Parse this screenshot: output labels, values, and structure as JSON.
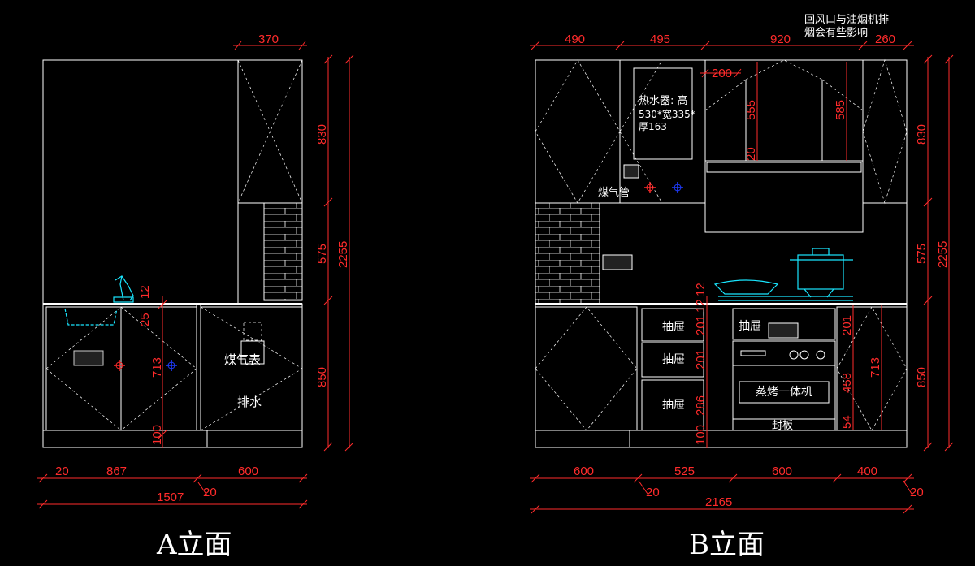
{
  "elevations": {
    "a": {
      "title": "A立面",
      "dims_top": {
        "cabinet_width": "370"
      },
      "dims_right": {
        "upper": "830",
        "middle": "575",
        "lower": "850",
        "total": "2255"
      },
      "dims_bottom": {
        "left_gap": "20",
        "sink_cabinet": "867",
        "right_cabinet": "600",
        "gap": "20",
        "total": "1507"
      },
      "dims_inner": {
        "counter": "12",
        "sink_depth": "25",
        "cabinet": "713",
        "toe": "100"
      },
      "labels": {
        "gas_meter": "煤气表",
        "drain": "排水"
      }
    },
    "b": {
      "title": "B立面",
      "dims_top": {
        "left": "490",
        "middle": "495",
        "hood": "920",
        "right": "260",
        "offset": "200"
      },
      "dims_right": {
        "upper": "830",
        "middle": "575",
        "lower": "850",
        "total": "2255"
      },
      "dims_bottom": {
        "left": "600",
        "drawers": "525",
        "oven": "600",
        "right": "400",
        "gap_left": "20",
        "gap_right": "20",
        "total": "2165"
      },
      "dims_inner": {
        "hood_h": "555",
        "hood_gap": "20",
        "right_h": "585",
        "counter": "12",
        "drawer_1": "201",
        "drawer_2": "201",
        "drawer_3": "286",
        "toe": "100",
        "oven_a": "201",
        "oven_b": "458",
        "oven_c": "54",
        "oven_total": "713",
        "small": "12"
      },
      "labels": {
        "heater_line1": "热水器: 高",
        "heater_line2": "530*宽335*",
        "heater_line3": "厚163",
        "gas_pipe": "煤气管",
        "drawer": "抽屉",
        "drawer_right": "抽屉",
        "oven": "蒸烤一体机",
        "panel": "封板",
        "note_line1": "回风口与油烟机排",
        "note_line2": "烟会有些影响"
      }
    }
  },
  "colors": {
    "line": "#ffffff",
    "dim": "#ff2b2b",
    "fixture": "#19e6ff",
    "marker": "#1f3cff"
  }
}
